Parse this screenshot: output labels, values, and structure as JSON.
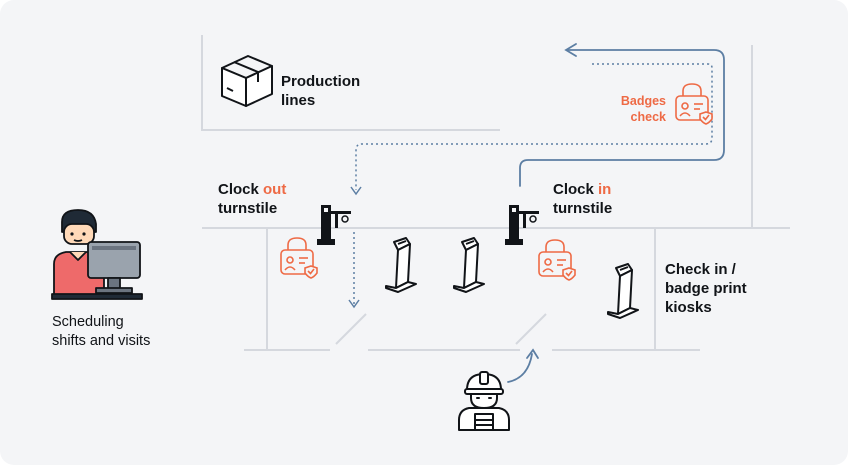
{
  "labels": {
    "production_lines": [
      "Production",
      "lines"
    ],
    "badges_check": [
      "Badges",
      "check"
    ],
    "clock_out": {
      "pre": "Clock ",
      "accent": "out",
      "post": "turnstile"
    },
    "clock_in": {
      "pre": "Clock ",
      "accent": "in",
      "post": "turnstile"
    },
    "check_in_kiosks": [
      "Check in /",
      "badge print",
      "kiosks"
    ],
    "scheduling": [
      "Scheduling",
      "shifts and visits"
    ]
  },
  "icons": {
    "box": "cardboard-box-icon",
    "lock_badge": "badge-lock-icon",
    "turnstile": "turnstile-icon",
    "kiosk": "kiosk-icon",
    "worker": "construction-worker-icon",
    "person_computer": "person-at-computer-icon"
  },
  "colors": {
    "background": "#f4f5f7",
    "walls": "#d5d8de",
    "arrows": "#5c7ea3",
    "accent": "#ee6a45",
    "ink": "#111418"
  }
}
